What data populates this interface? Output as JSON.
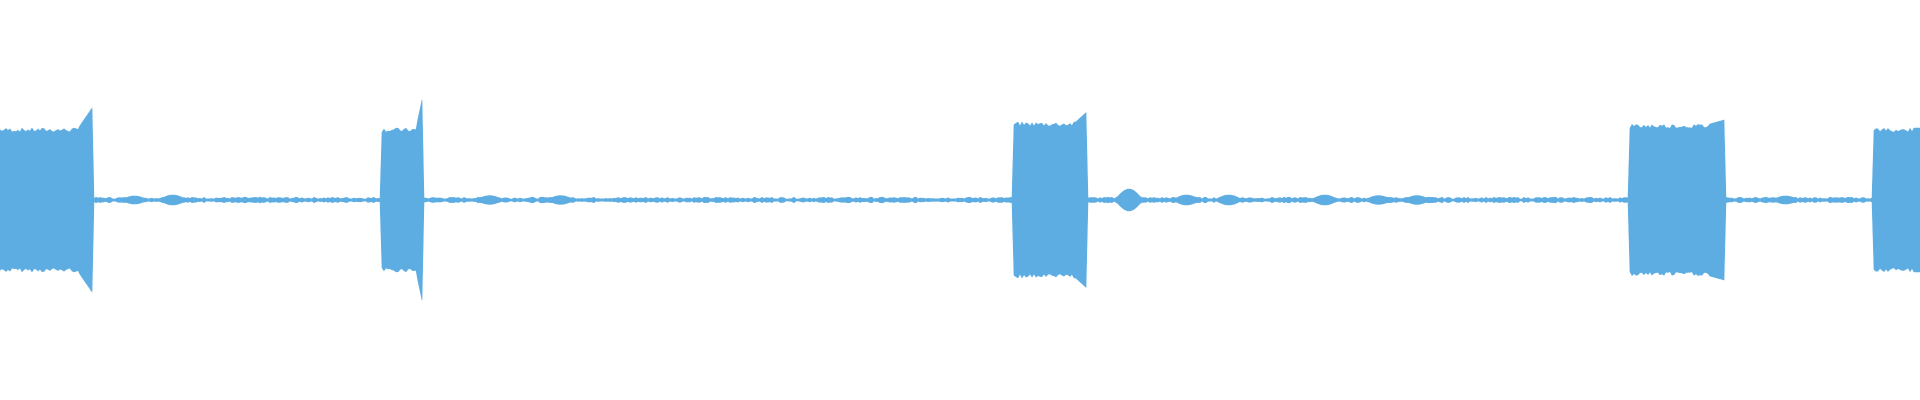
{
  "waveform": {
    "color": "#5dade2",
    "background": "#ffffff",
    "bursts": [
      {
        "start": 0.0,
        "end": 0.048,
        "level": 0.36,
        "end_spike": 0.46
      },
      {
        "start": 0.198,
        "end": 0.22,
        "level": 0.36,
        "end_spike": 0.51
      },
      {
        "start": 0.528,
        "end": 0.566,
        "level": 0.39,
        "end_spike": 0.44
      },
      {
        "start": 0.848,
        "end": 0.898,
        "level": 0.38,
        "end_spike": 0.4
      },
      {
        "start": 0.976,
        "end": 1.0,
        "level": 0.36,
        "end_spike": 0.36
      }
    ],
    "quiet_level": 0.012,
    "blips": [
      {
        "pos": 0.07,
        "level": 0.02
      },
      {
        "pos": 0.09,
        "level": 0.025
      },
      {
        "pos": 0.255,
        "level": 0.022
      },
      {
        "pos": 0.292,
        "level": 0.022
      },
      {
        "pos": 0.588,
        "level": 0.055
      },
      {
        "pos": 0.618,
        "level": 0.025
      },
      {
        "pos": 0.64,
        "level": 0.025
      },
      {
        "pos": 0.69,
        "level": 0.025
      },
      {
        "pos": 0.718,
        "level": 0.022
      },
      {
        "pos": 0.738,
        "level": 0.022
      },
      {
        "pos": 0.93,
        "level": 0.02
      }
    ]
  }
}
